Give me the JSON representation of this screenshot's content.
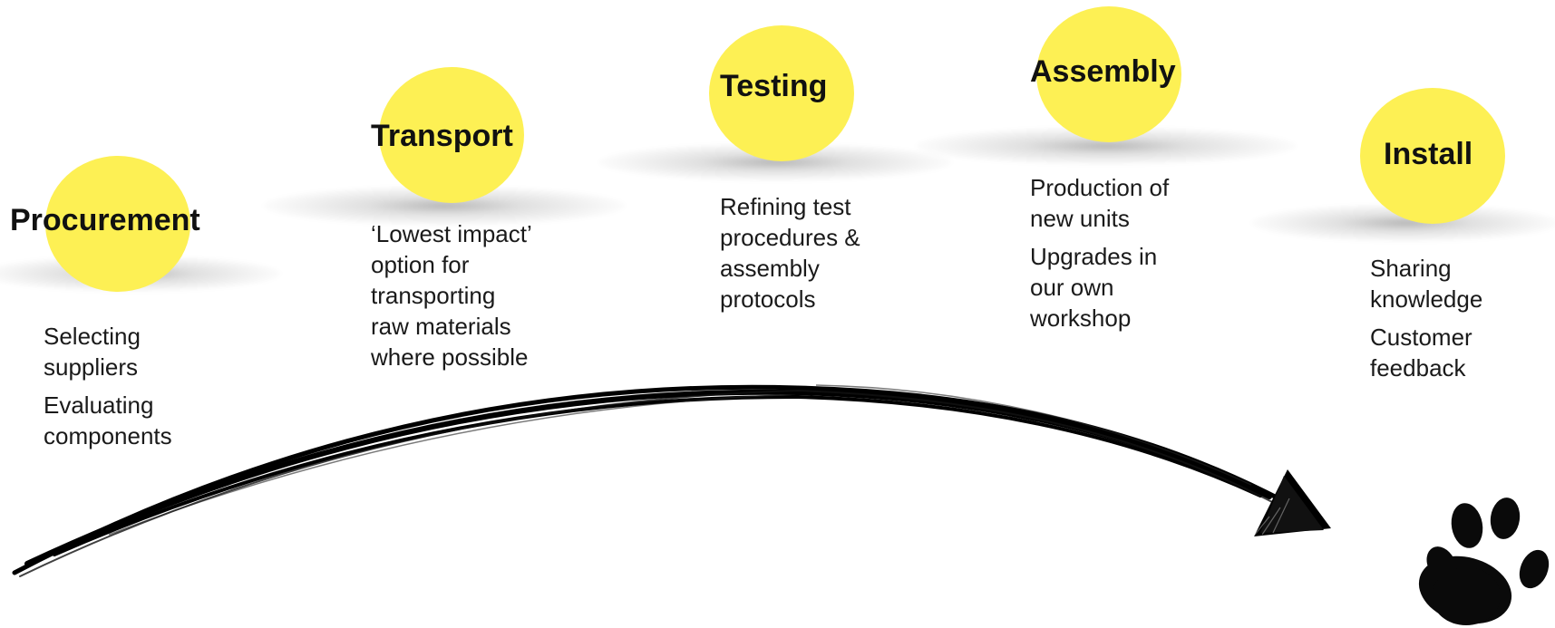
{
  "diagram": {
    "steps": [
      {
        "title": "Procurement",
        "notes": [
          "Selecting\nsuppliers",
          "Evaluating\ncomponents"
        ]
      },
      {
        "title": "Transport",
        "notes": [
          "‘Lowest impact’\noption for\ntransporting\nraw materials\nwhere possible"
        ]
      },
      {
        "title": "Testing",
        "notes": [
          "Refining test\nprocedures &\nassembly\nprotocols"
        ]
      },
      {
        "title": "Assembly",
        "notes": [
          "Production of\nnew units",
          "Upgrades in\nour own\nworkshop"
        ]
      },
      {
        "title": "Install",
        "notes": [
          "Sharing\nknowledge",
          "Customer\nfeedback"
        ]
      }
    ],
    "circle_color": "#fdf054",
    "arrow_color": "#000000",
    "icon": "paw-print-icon"
  }
}
